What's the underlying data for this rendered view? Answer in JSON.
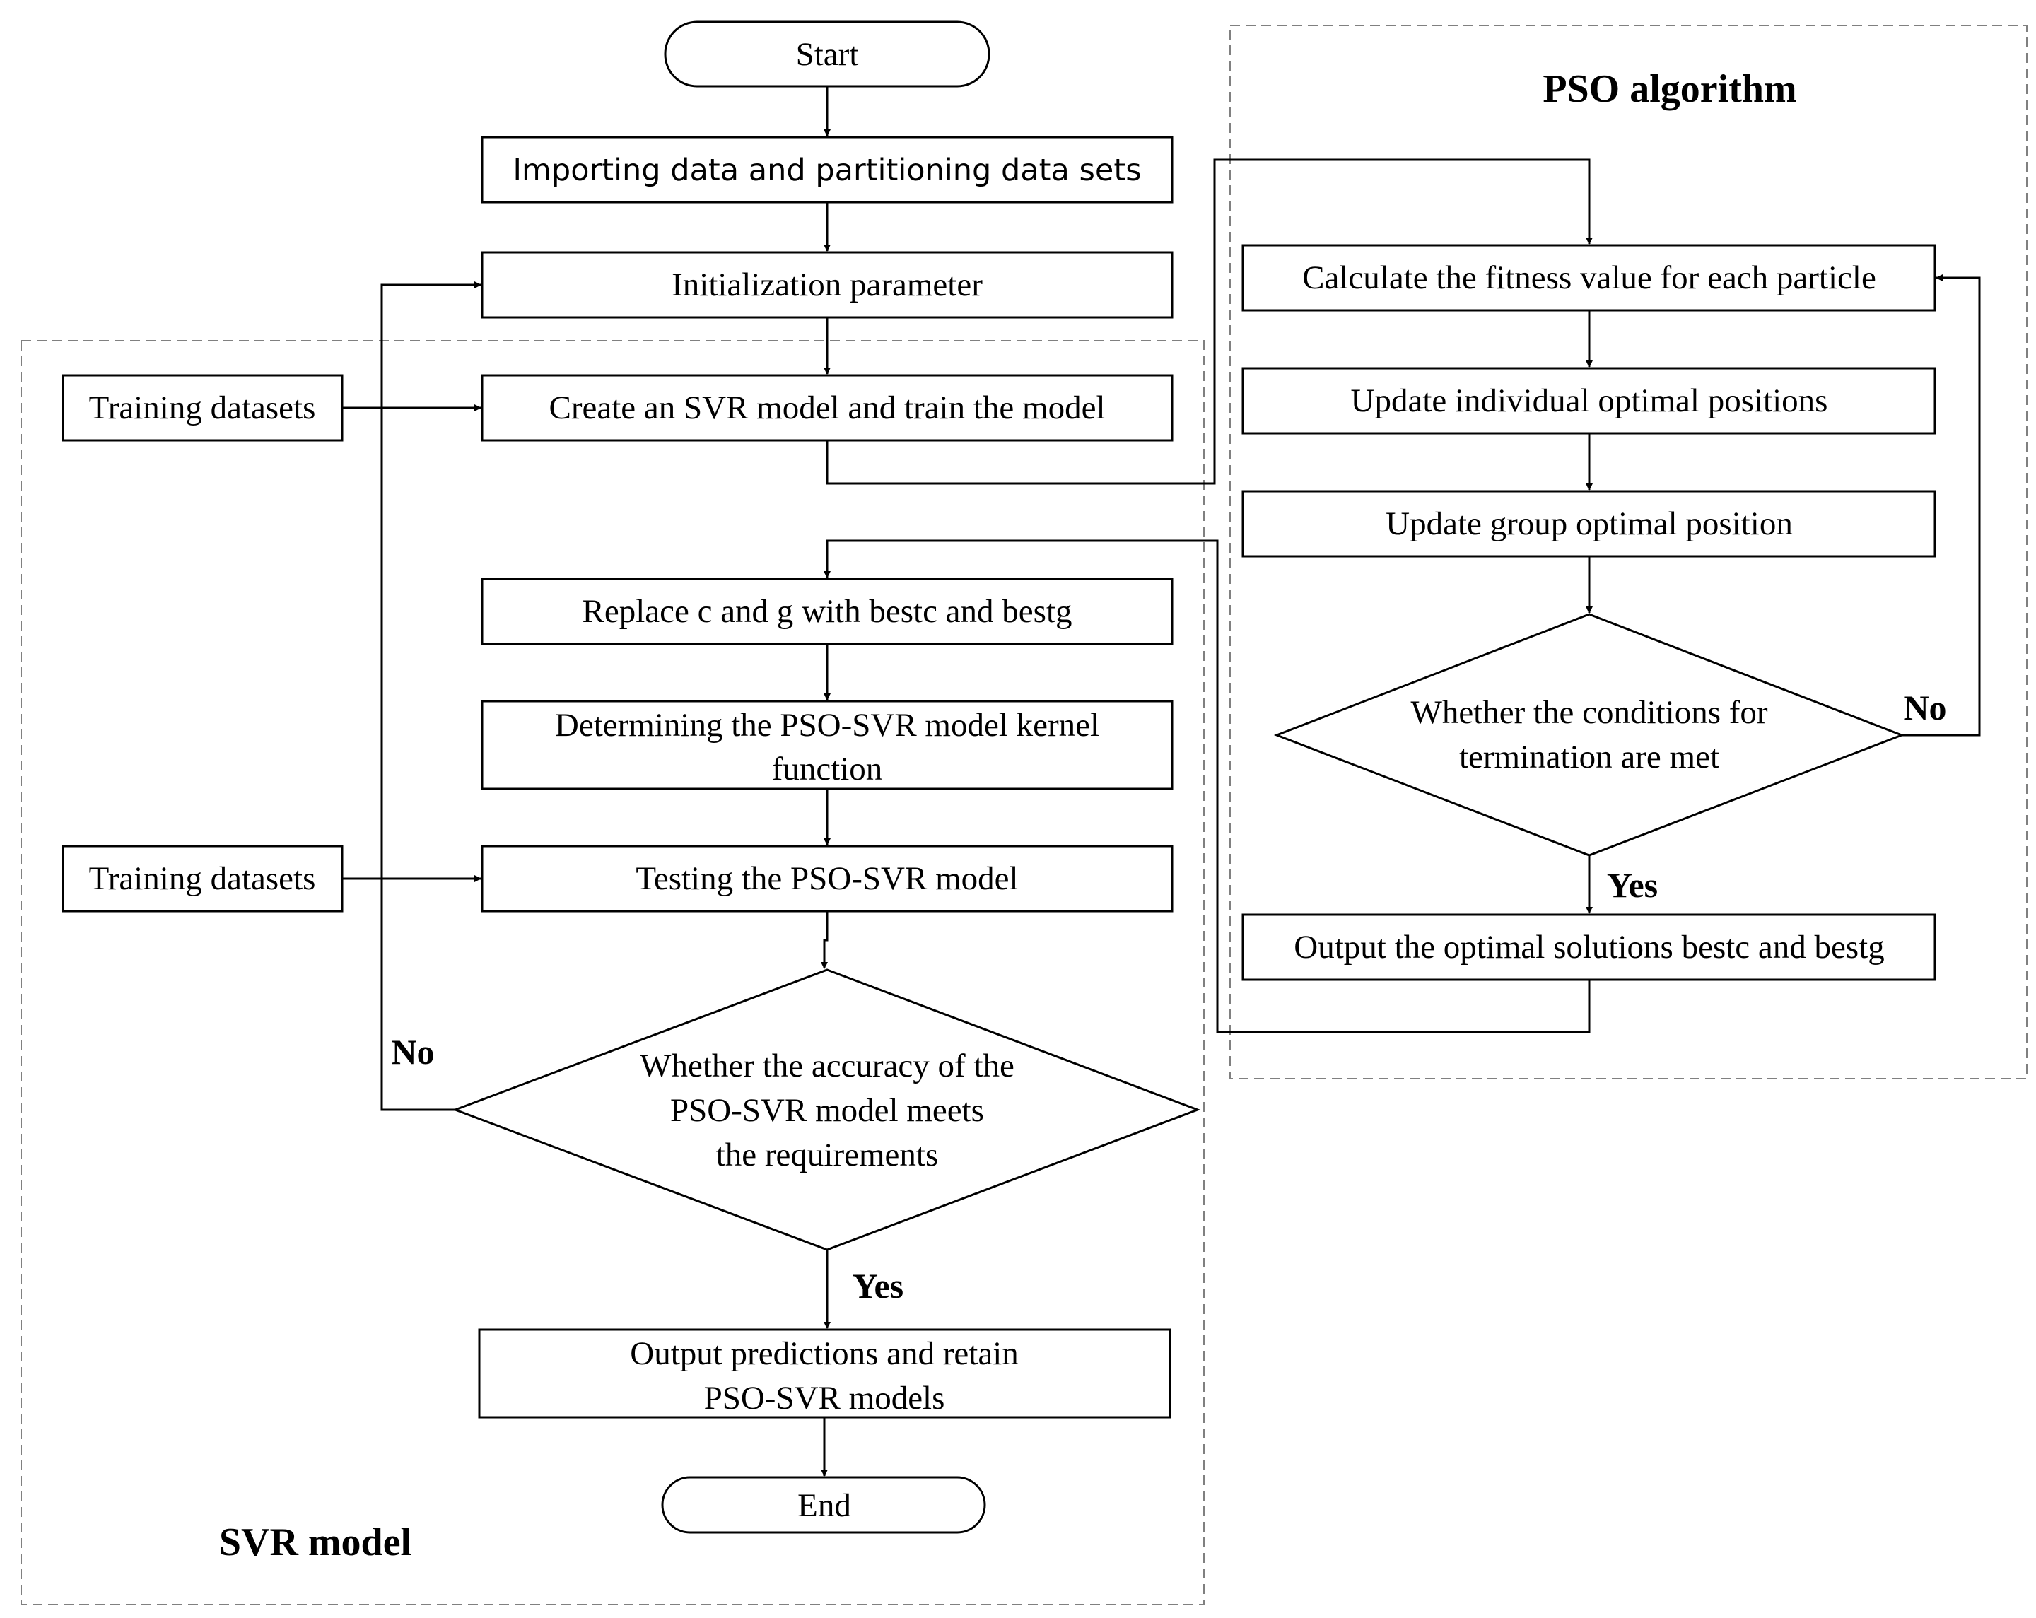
{
  "regions": {
    "svr_model": "SVR model",
    "pso_algorithm": "PSO algorithm"
  },
  "nodes": {
    "start": "Start",
    "import_data": "Importing data and partitioning data sets",
    "init_param": "Initialization parameter",
    "create_svr": "Create an SVR model and train the model",
    "replace_cg": "Replace c and g with bestc and bestg",
    "kernel_line1": "Determining the PSO-SVR model kernel",
    "kernel_line2": "function",
    "testing": "Testing the PSO-SVR model",
    "accuracy_line1": "Whether the accuracy of the",
    "accuracy_line2": "PSO-SVR model meets",
    "accuracy_line3": "the requirements",
    "output_pred_line1": "Output predictions and retain",
    "output_pred_line2": "PSO-SVR models",
    "end": "End",
    "training_1": "Training datasets",
    "training_2": "Training datasets",
    "fitness": "Calculate the fitness value for each particle",
    "update_individual": "Update individual optimal positions",
    "update_group": "Update group optimal position",
    "termination_line1": "Whether the conditions for",
    "termination_line2": "termination are met",
    "output_optimal": "Output the optimal solutions bestc and bestg"
  },
  "labels": {
    "no_left": "No",
    "yes_left": "Yes",
    "no_right": "No",
    "yes_right": "Yes"
  }
}
